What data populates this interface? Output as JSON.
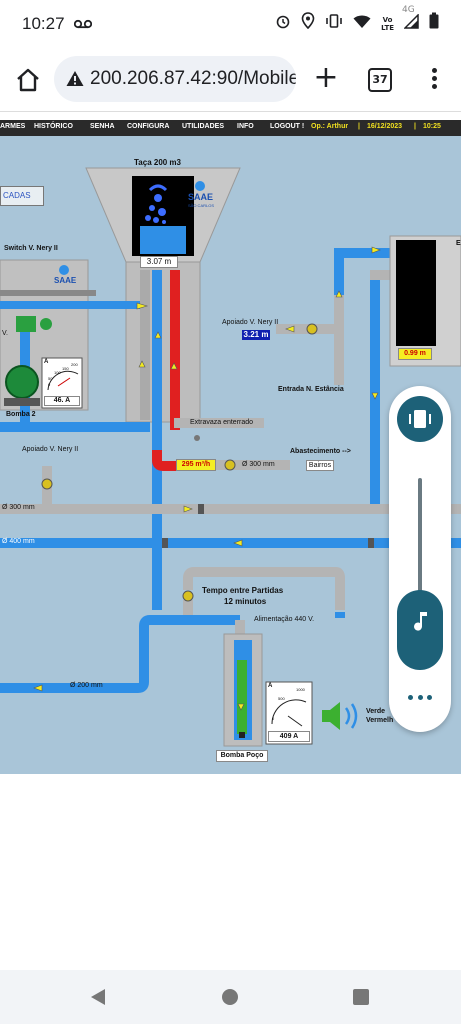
{
  "statusbar": {
    "time": "10:27",
    "voicemail_icon": "voicemail-icon",
    "lte_top": "Vo",
    "lte_bottom": "LTE",
    "network": "4G"
  },
  "browser": {
    "url": "200.206.87.42:90/Mobile",
    "tab_count": "37"
  },
  "scada": {
    "nav_items": [
      "ARMES",
      "HISTÓRICO",
      "SENHA",
      "CONFIGURA",
      "UTILIDADES",
      "INFO",
      "LOGOUT !"
    ],
    "operator": "Op.: Arthur",
    "date": "16/12/2023",
    "time": "10:25",
    "cadas_button": "CADAS",
    "tank_title": "Taça 200 m3",
    "tank_level": "3.07 m",
    "switch_label": "Switch V. Nery II",
    "logo_text": "SAAE",
    "logo_subtext": "SÃO CARLOS",
    "pump2_label": "Bomba 2",
    "pump2_current": "46. A",
    "gauge_small": {
      "ticks": [
        "0",
        "50",
        "100",
        "150",
        "200"
      ]
    },
    "letter_a": "A",
    "v_label": "V.",
    "apoiado_top": "Apoiado V. Nery II",
    "apoiado_level": "3.21 m",
    "entrada_label": "Entrada N. Estância",
    "right_tank_level": "0.99 m",
    "right_tank_label": "E",
    "extravaza": "Extravaza enterrado",
    "flow": "295 m³/h",
    "pipe_300_mid": "Ø 300 mm",
    "abastecimento": "Abastecimento -->",
    "bairros": "Bairros",
    "apoiado_left": "Apoiado V. Nery II",
    "pipe_300": "Ø 300 mm",
    "pipe_400": "Ø 400 mm",
    "tempo_title": "Tempo entre Partidas",
    "tempo_value": "12 minutos",
    "alimentacao": "Alimentação 440 V.",
    "pipe_200": "Ø 200 mm",
    "gauge_big": {
      "ticks": [
        "0",
        "500",
        "1000"
      ]
    },
    "well_current": "409 A",
    "well_label": "Bomba Poço",
    "verde": "Verde",
    "vermelho": "Vermelh"
  },
  "colors": {
    "background": "#a9c5d8",
    "pipe_blue": "#2f8fe6",
    "pipe_red": "#e02020",
    "pipe_gray": "#b4b4b4",
    "panel_teal": "#1d6178"
  }
}
